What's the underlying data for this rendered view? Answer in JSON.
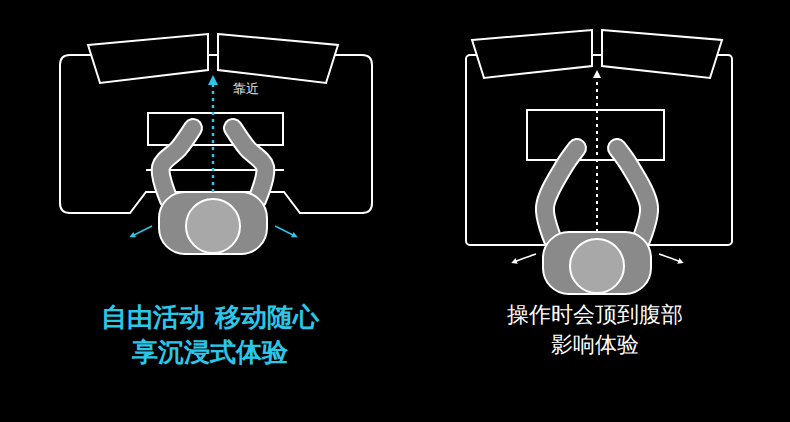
{
  "diagram": {
    "labels": [
      "靠近",
      "自由活动 移动随心 享沉浸式体验",
      "操作时会顶到腹部 影响体验"
    ]
  }
}
